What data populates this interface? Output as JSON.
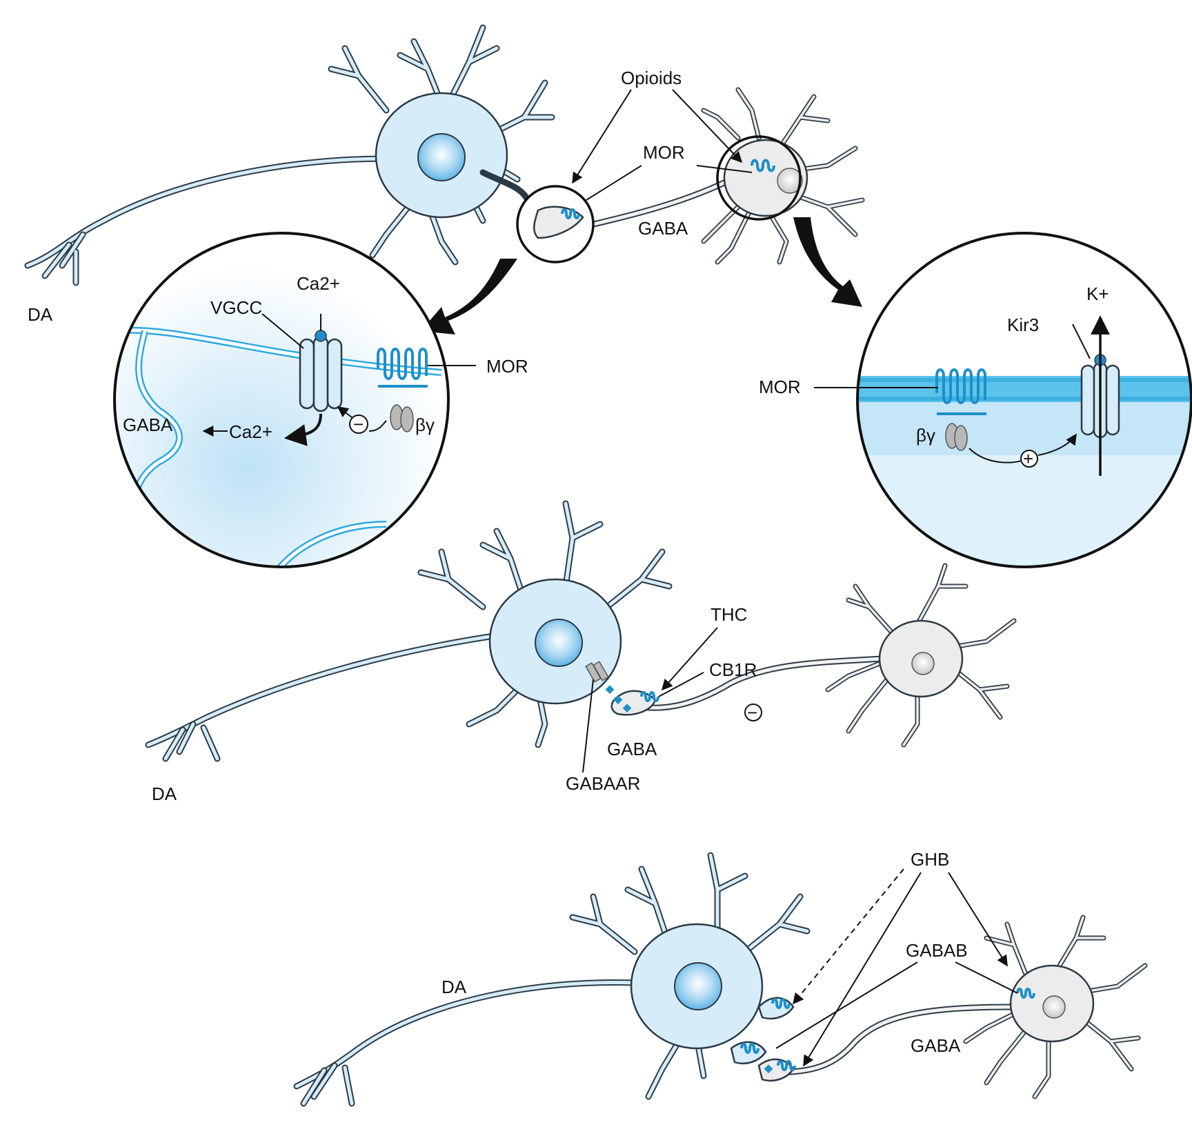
{
  "colors": {
    "neuron_da": "#d6ecf8",
    "neuron_gaba": "#ececec",
    "receptor": "#1e8fc8",
    "outline": "#2a3a46"
  },
  "labels": {
    "opioids": "Opioids",
    "mor_top": "MOR",
    "gaba_top": "GABA",
    "da_top": "DA",
    "vgcc": "VGCC",
    "ca_top": "Ca2+",
    "mor_left_circle": "MOR",
    "gaba_left_circle": "GABA",
    "ca_left_circle": "Ca2+",
    "by_left": "βγ",
    "k_plus": "K+",
    "kir3": "Kir3",
    "mor_right_circle": "MOR",
    "by_right": "βγ",
    "thc": "THC",
    "cb1r": "CB1R",
    "gaba_mid": "GABA",
    "gabaar": "GABAAR",
    "da_mid": "DA",
    "ghb": "GHB",
    "gabab": "GABAB",
    "da_bottom": "DA",
    "gaba_bottom": "GABA"
  },
  "symbols": {
    "minus": "−",
    "plus": "+"
  }
}
